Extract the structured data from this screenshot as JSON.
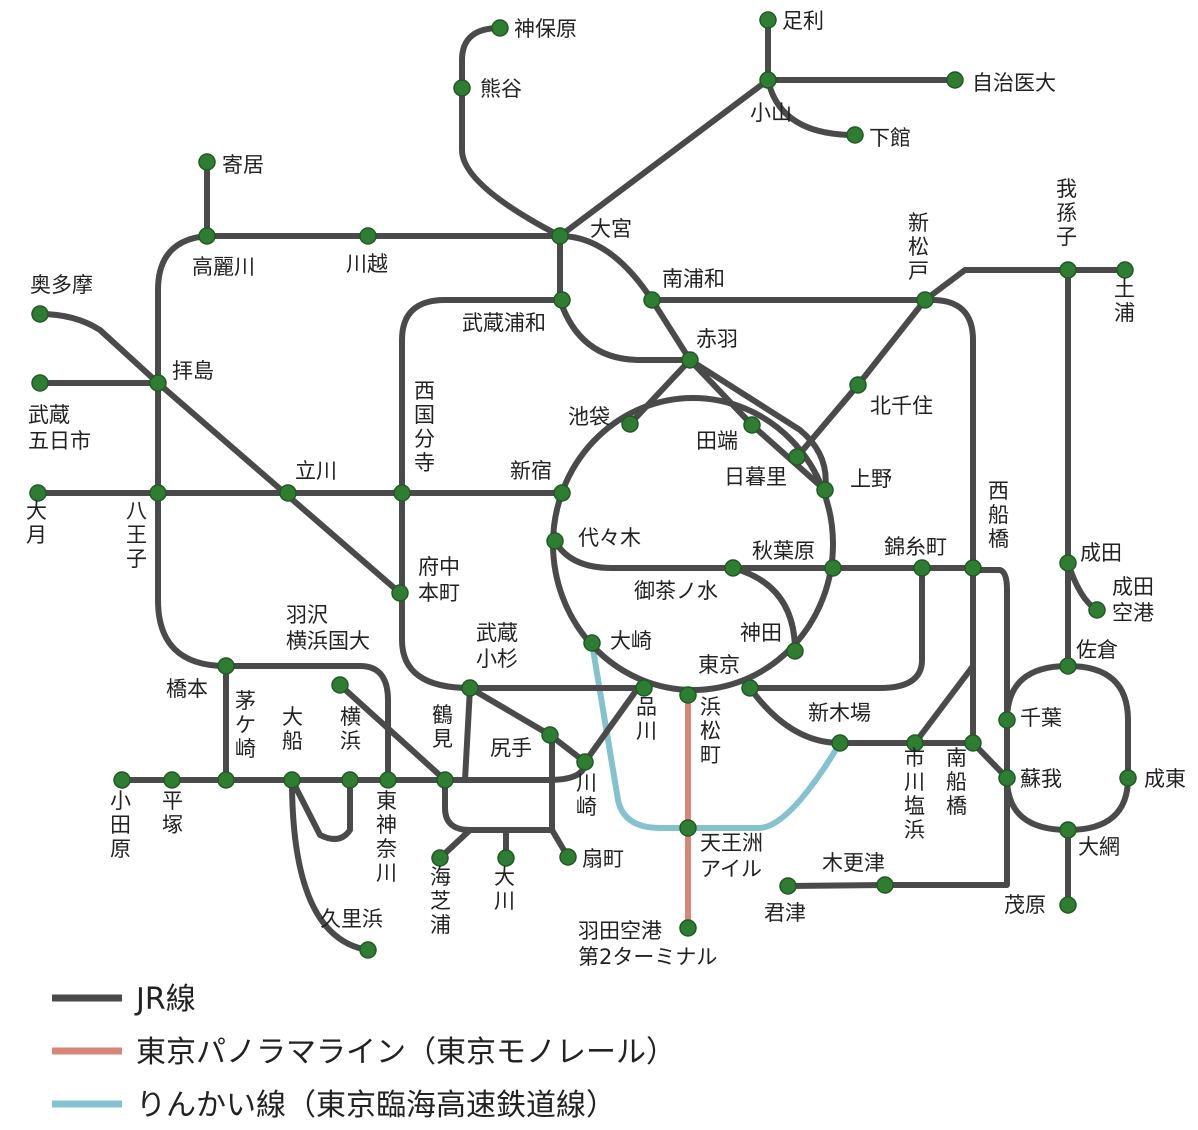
{
  "colors": {
    "jr": "#4a4a4a",
    "monorail": "#d9857b",
    "rinkai": "#84c2cf",
    "station_fill": "#2f7d32",
    "station_stroke": "#1f5a22"
  },
  "stations": {
    "jinbohara": "神保原",
    "kumagaya": "熊谷",
    "ashikaga": "足利",
    "jichiidai": "自治医大",
    "oyama": "小山",
    "shimodate": "下館",
    "yorii": "寄居",
    "komagawa": "高麗川",
    "kawagoe": "川越",
    "omiya": "大宮",
    "minamiurawa": "南浦和",
    "musashiurawa": "武蔵浦和",
    "akabane": "赤羽",
    "okutama": "奥多摩",
    "haijima": "拝島",
    "musashi_itsukaichi": "武蔵\n五日市",
    "shinmatsudo": "新\n松\n戸",
    "abiko": "我\n孫\n子",
    "tsuchiura": "土\n浦",
    "kitasenju": "北千住",
    "ikebukuro": "池袋",
    "tabata": "田端",
    "nippori": "日暮里",
    "ueno": "上野",
    "nishikokubunji": "西\n国\n分\n寺",
    "tachikawa": "立川",
    "shinjuku": "新宿",
    "otsuki": "大\n月",
    "hachioji": "八\n王\n子",
    "nishifunabashi": "西\n船\n橋",
    "narita": "成田",
    "narita_airport": "成田\n空港",
    "yoyogi": "代々木",
    "akihabara": "秋葉原",
    "kinshicho": "錦糸町",
    "ochanomizu": "御茶ノ水",
    "fuchuhonmachi": "府中\n本町",
    "hanedasawa": "羽沢\n横浜国大",
    "musashikosugi": "武蔵\n小杉",
    "osaki": "大崎",
    "kanda": "神田",
    "sakura": "佐倉",
    "hashimoto": "橋本",
    "tokyo": "東京",
    "shinagawa": "品\n川",
    "hamamatsucho": "浜\n松\n町",
    "shinkiba": "新木場",
    "chiba": "千葉",
    "chigasaki": "茅\nケ\n崎",
    "ofuna": "大\n船",
    "yokohama": "横\n浜",
    "tsurumi": "鶴\n見",
    "shiriteuchi": "尻手",
    "kawasaki": "川\n崎",
    "ichikawashiohama": "市\n川\n塩\n浜",
    "minamifunabashi": "南\n船\n橋",
    "soga": "蘇我",
    "naruto": "成東",
    "odawara": "小\n田\n原",
    "hiratsuka": "平\n塚",
    "higashikanagawa": "東\n神\n奈\n川",
    "tennozu": "天王洲\nアイル",
    "ogimachi": "扇町",
    "oami": "大網",
    "kisarazu": "木更津",
    "umishibaura": "海\n芝\n浦",
    "okawa": "大\n川",
    "kimitsu": "君津",
    "mobara": "茂原",
    "kurihama": "久里浜",
    "haneda_t2": "羽田空港\n第2ターミナル"
  },
  "legend": [
    {
      "color_key": "jr",
      "label": "JR線",
      "small": ""
    },
    {
      "color_key": "monorail",
      "label": "東京パノラマライン",
      "small": "（東京モノレール）"
    },
    {
      "color_key": "rinkai",
      "label": "りんかい線",
      "small": "（東京臨海高速鉄道線）"
    }
  ]
}
